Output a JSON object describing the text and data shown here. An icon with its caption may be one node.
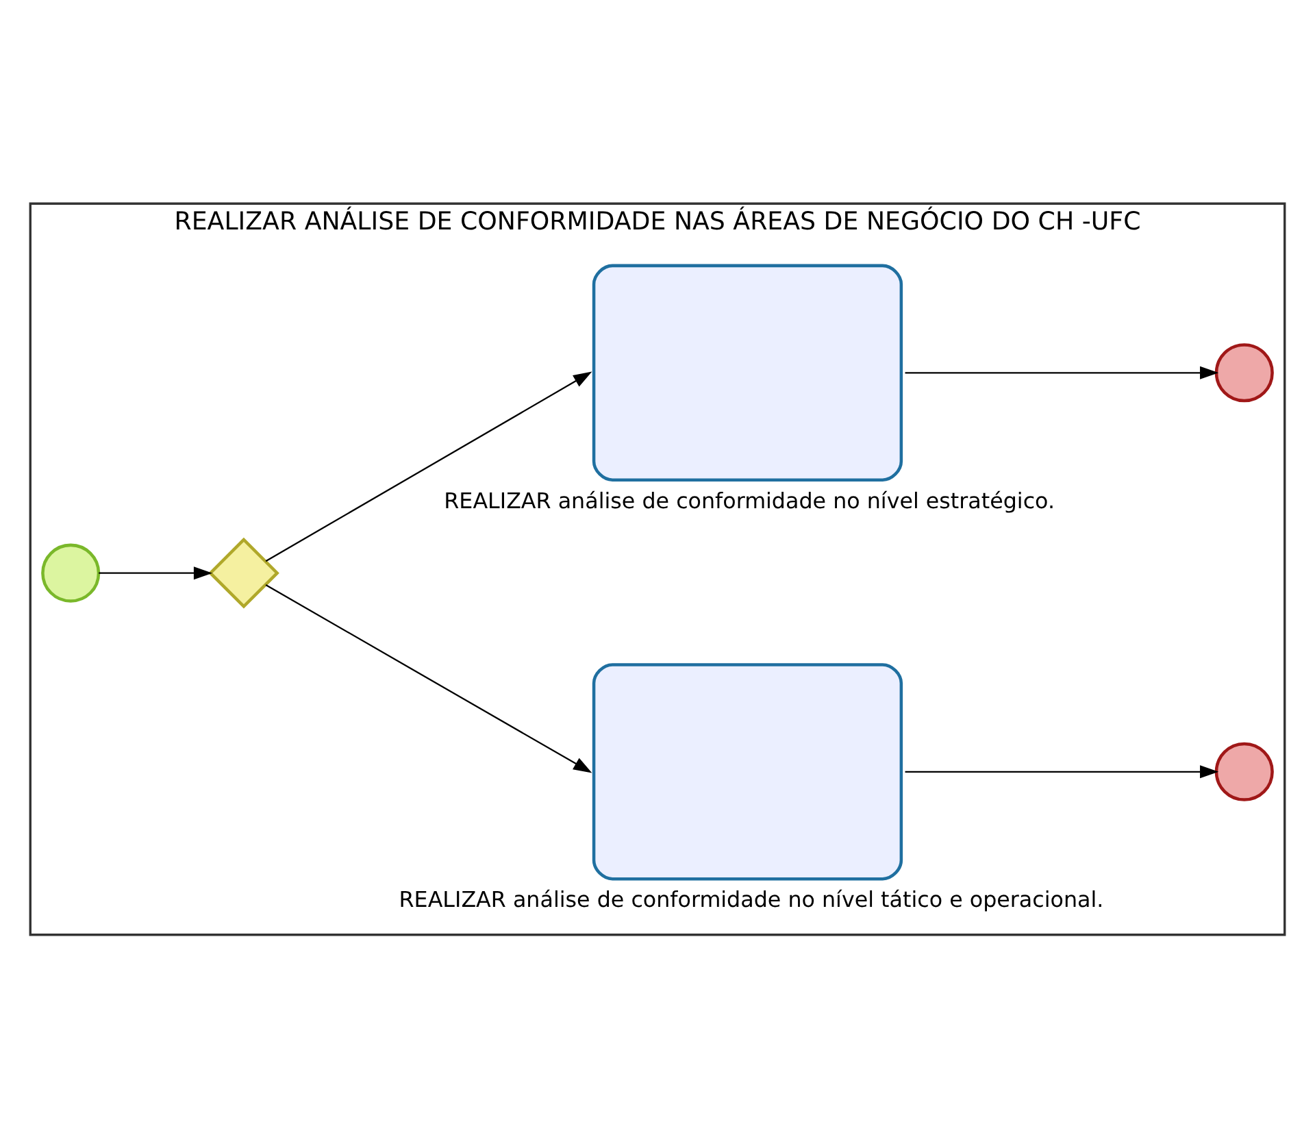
{
  "diagram": {
    "nodes": [
      {
        "text": [
          "REALIZAR ANÁLISE DE CONFORMIDADE NAS ÁREAS DE NEGÓCIO DO CH -UFC"
        ]
      },
      {
        "text": [],
        "shape": "circle",
        "in": 0
      },
      {
        "text": [],
        "shape": "diamond",
        "in": 0
      },
      {
        "text": [],
        "shape": "box",
        "in": 0,
        "beside": [
          "REALIZAR análise de conformidade no nível tático e operacional."
        ]
      },
      {
        "text": [],
        "shape": "circle",
        "in": 0
      },
      {
        "text": [],
        "shape": "box",
        "in": 0,
        "beside": [
          "REALIZAR análise de conformidade no nível estratégico."
        ]
      },
      {
        "text": [],
        "shape": "circle",
        "in": 0
      }
    ],
    "edges": [
      {
        "from": 1,
        "to": 2,
        "arrow": "to"
      },
      {
        "from": 2,
        "to": 3,
        "arrow": "to"
      },
      {
        "from": 3,
        "to": 4,
        "arrow": "to"
      },
      {
        "from": 2,
        "to": 5,
        "arrow": "to"
      },
      {
        "from": 5,
        "to": 6,
        "arrow": "to"
      }
    ]
  }
}
